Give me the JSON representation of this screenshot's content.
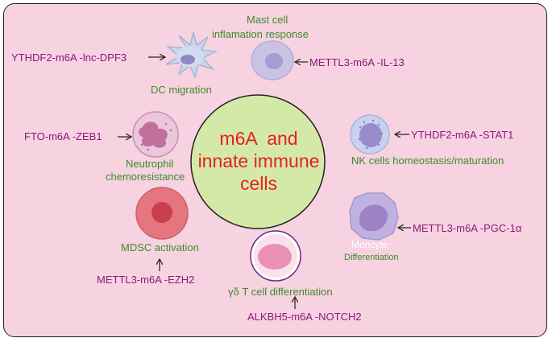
{
  "diagram": {
    "center": {
      "line1": "m6A  and",
      "line2": "innate immune",
      "line3": "cells"
    },
    "cells": {
      "mast": {
        "label_line1": "Mast cell",
        "label_line2": "inflamation response",
        "regulator": "METTL3-m6A -IL-13"
      },
      "dc": {
        "label": "DC migration",
        "regulator": "YTHDF2-m6A -lnc-DPF3"
      },
      "nk": {
        "label": "NK cells homeostasis/maturation",
        "regulator": "YTHDF2-m6A -STAT1"
      },
      "neutrophil": {
        "label_line1": "Neutrophil",
        "label_line2": "chemoresistance",
        "regulator": "FTO-m6A -ZEB1"
      },
      "monocyte": {
        "label_line1": "Moncyte",
        "label_line2": "Differentiation",
        "regulator": "METTL3-m6A -PGC-1α"
      },
      "mdsc": {
        "label": "MDSC activation",
        "regulator": "METTL3-m6A -EZH2"
      },
      "gdt": {
        "label": "γδ T cell differentiation",
        "regulator": "ALKBH5-m6A -NOTCH2"
      }
    },
    "colors": {
      "label_green": "#3d8c2a",
      "regulator_purple": "#8a1a7d",
      "center_text_red": "#e62020",
      "center_fill": "#d4e9a8",
      "background_pink": "#f7d2e0"
    }
  }
}
